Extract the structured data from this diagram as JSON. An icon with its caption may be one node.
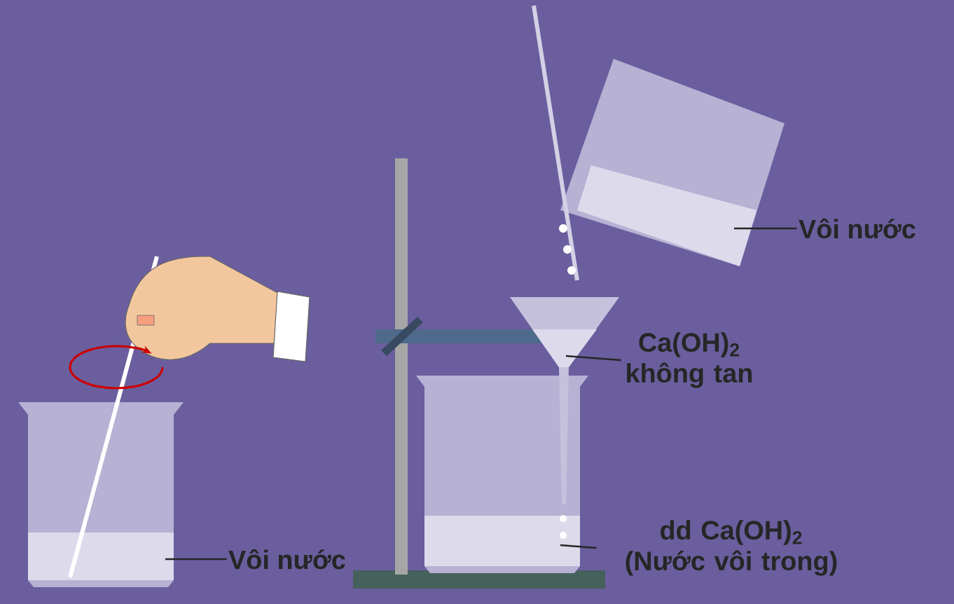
{
  "diagram": {
    "nodes": [
      {
        "text": [
          "Vôi nước"
        ]
      },
      {
        "text": [
          "Vôi nước"
        ]
      },
      {
        "text": [
          "Ca(OH)$_{2}$ không tan"
        ]
      },
      {
        "text": [
          "dd Ca(OH)$_{2}$ (Nước vôi trong)"
        ]
      }
    ],
    "edges": [
      {
        "from": 0,
        "to": null,
        "arrow": "none"
      },
      {
        "from": 1,
        "to": null,
        "arrow": "none"
      },
      {
        "from": 2,
        "to": null,
        "arrow": "none"
      },
      {
        "from": 3,
        "to": null,
        "arrow": "none"
      }
    ]
  }
}
